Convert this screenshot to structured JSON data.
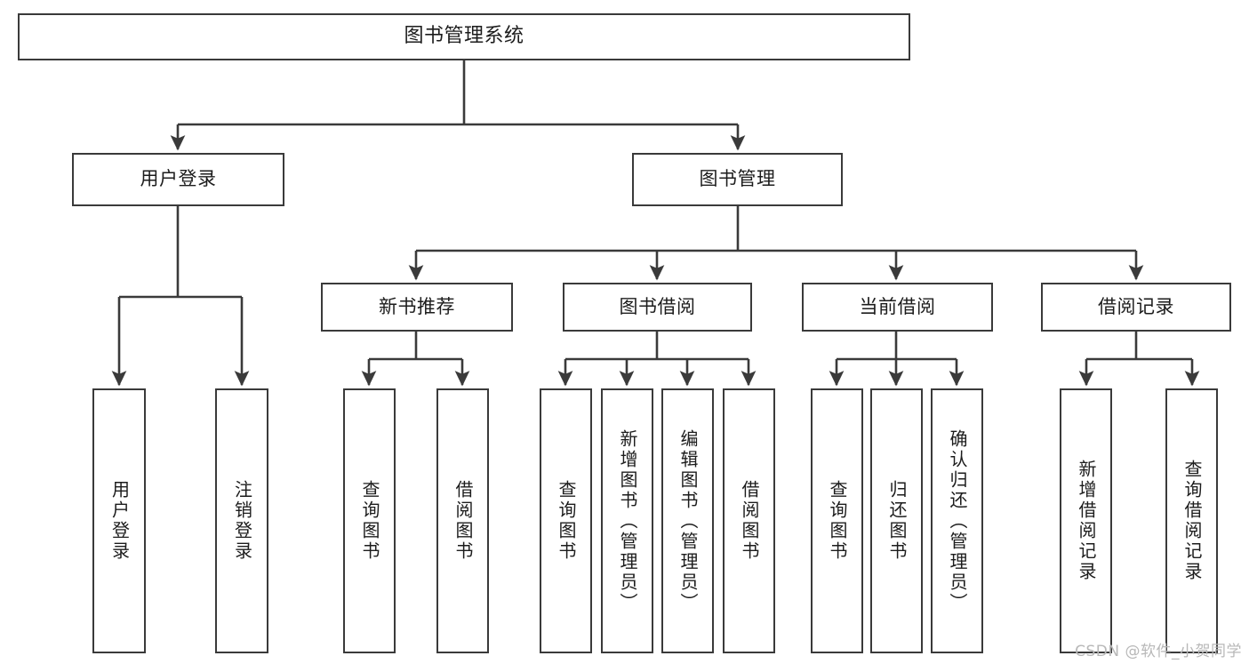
{
  "diagram": {
    "title_node": {
      "label": "图书管理系统"
    },
    "level2": [
      {
        "id": "user-login",
        "label": "用户登录"
      },
      {
        "id": "book-manage",
        "label": "图书管理"
      }
    ],
    "level3": [
      {
        "id": "new-book-rec",
        "label": "新书推荐"
      },
      {
        "id": "book-borrow",
        "label": "图书借阅"
      },
      {
        "id": "current-borrow",
        "label": "当前借阅"
      },
      {
        "id": "borrow-record",
        "label": "借阅记录"
      }
    ],
    "leaves": {
      "user_login": [
        {
          "id": "leaf-user-login",
          "label": "用户登录"
        },
        {
          "id": "leaf-logout",
          "label": "注销登录"
        }
      ],
      "new_book_rec": [
        {
          "id": "leaf-query-book-1",
          "label": "查询图书"
        },
        {
          "id": "leaf-borrow-book-1",
          "label": "借阅图书"
        }
      ],
      "book_borrow": [
        {
          "id": "leaf-query-book-2",
          "label": "查询图书"
        },
        {
          "id": "leaf-add-book",
          "label": "新增图书（管理员）"
        },
        {
          "id": "leaf-edit-book",
          "label": "编辑图书（管理员）"
        },
        {
          "id": "leaf-borrow-book-2",
          "label": "借阅图书"
        }
      ],
      "current_borrow": [
        {
          "id": "leaf-query-book-3",
          "label": "查询图书"
        },
        {
          "id": "leaf-return-book",
          "label": "归还图书"
        },
        {
          "id": "leaf-confirm-return",
          "label": "确认归还（管理员）"
        }
      ],
      "borrow_record": [
        {
          "id": "leaf-add-record",
          "label": "新增借阅记录"
        },
        {
          "id": "leaf-query-record",
          "label": "查询借阅记录"
        }
      ]
    }
  },
  "watermark": {
    "text": "CSDN @软件_小贺同学"
  },
  "colors": {
    "stroke": "#3a3a3a",
    "fill": "#ffffff",
    "text": "#1c1c1c",
    "watermark": "#b8b8b8"
  }
}
